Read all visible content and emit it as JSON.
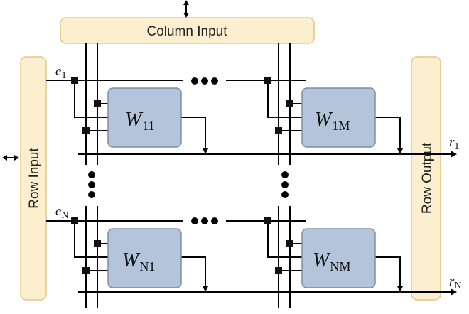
{
  "column_input": {
    "label": "Column Input"
  },
  "row_input": {
    "label": "Row Input"
  },
  "row_output": {
    "label": "Row Output"
  },
  "inputs": {
    "top": {
      "symbol": "e",
      "subscript": "1"
    },
    "bottom": {
      "symbol": "e",
      "subscript": "N"
    }
  },
  "outputs": {
    "top": {
      "symbol": "r",
      "subscript": "1"
    },
    "bottom": {
      "symbol": "r",
      "subscript": "N"
    }
  },
  "cells": {
    "w11": {
      "symbol": "W",
      "subscript": "11"
    },
    "w1m": {
      "symbol": "W",
      "subscript": "1M"
    },
    "wn1": {
      "symbol": "W",
      "subscript": "N1"
    },
    "wnm": {
      "symbol": "W",
      "subscript": "NM"
    }
  }
}
